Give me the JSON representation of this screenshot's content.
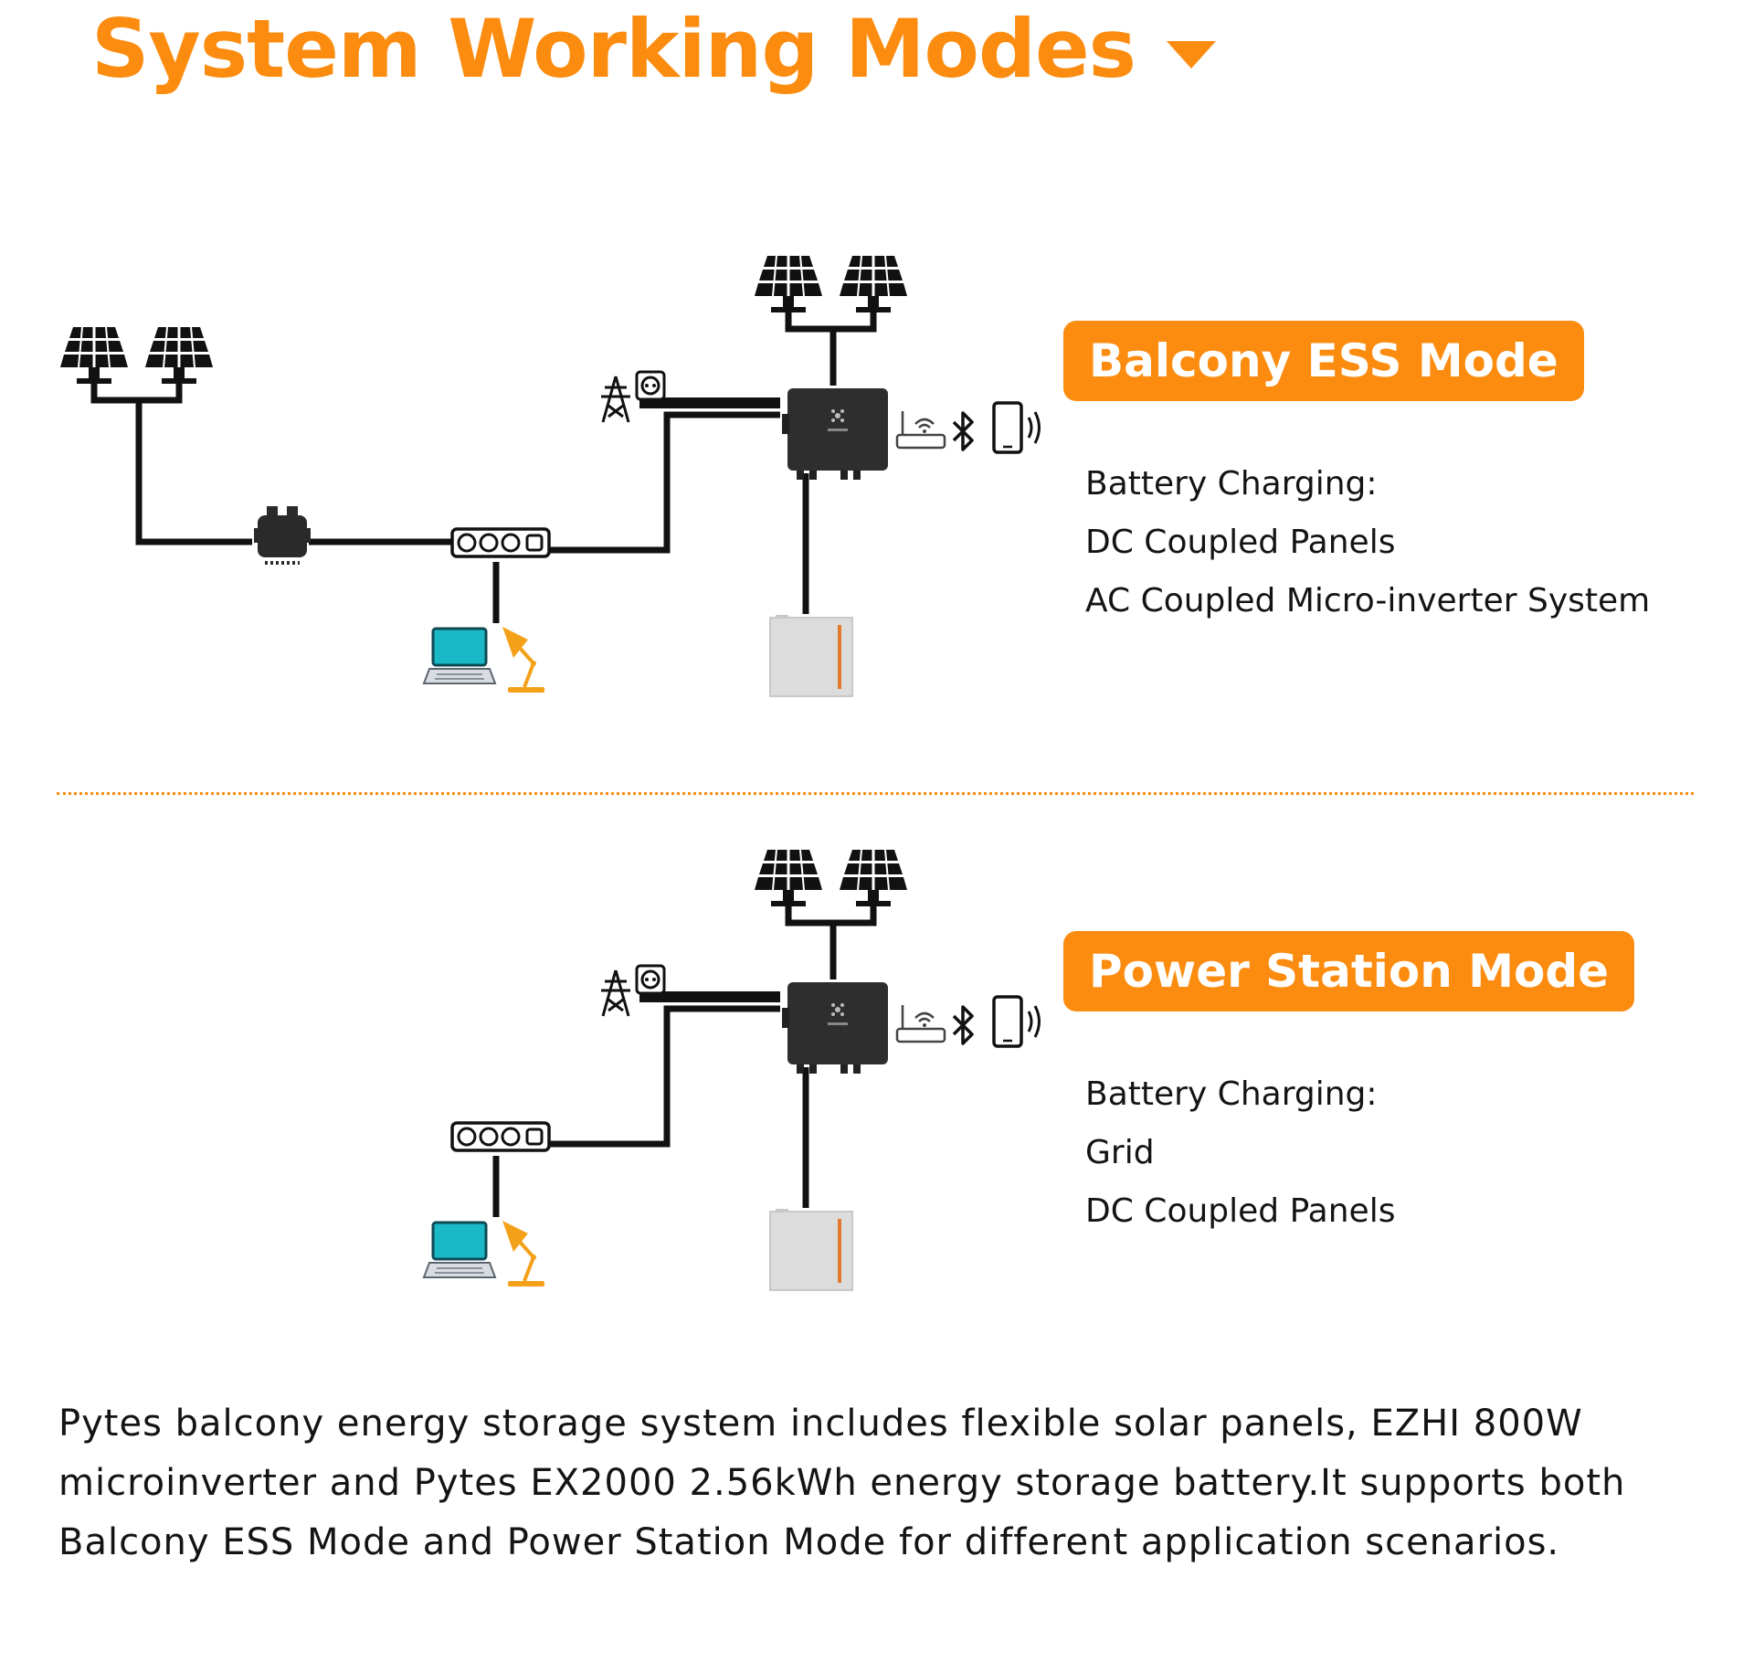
{
  "page": {
    "title": "System Working Modes",
    "title_icon": "caret-down-icon",
    "accent_color": "#fb8c10",
    "description": "Pytes balcony energy storage system includes flexible solar panels, EZHI 800W microinverter and Pytes EX2000 2.56kWh energy storage battery.It supports both Balcony ESS Mode and Power Station Mode for different application scenarios."
  },
  "modes": [
    {
      "name": "Balcony ESS Mode",
      "lines": [
        "Battery Charging:",
        "DC Coupled Panels",
        "AC Coupled Micro-inverter System"
      ]
    },
    {
      "name": "Power Station Mode",
      "lines": [
        "Battery Charging:",
        "Grid",
        "DC Coupled Panels"
      ]
    }
  ],
  "diagram_icons": [
    "solar-panel-icon",
    "microinverter-icon",
    "power-strip-icon",
    "laptop-icon",
    "desk-lamp-icon",
    "pylon-icon",
    "wall-socket-icon",
    "inverter-hub-icon",
    "battery-icon",
    "router-icon",
    "bluetooth-icon",
    "phone-icon"
  ]
}
